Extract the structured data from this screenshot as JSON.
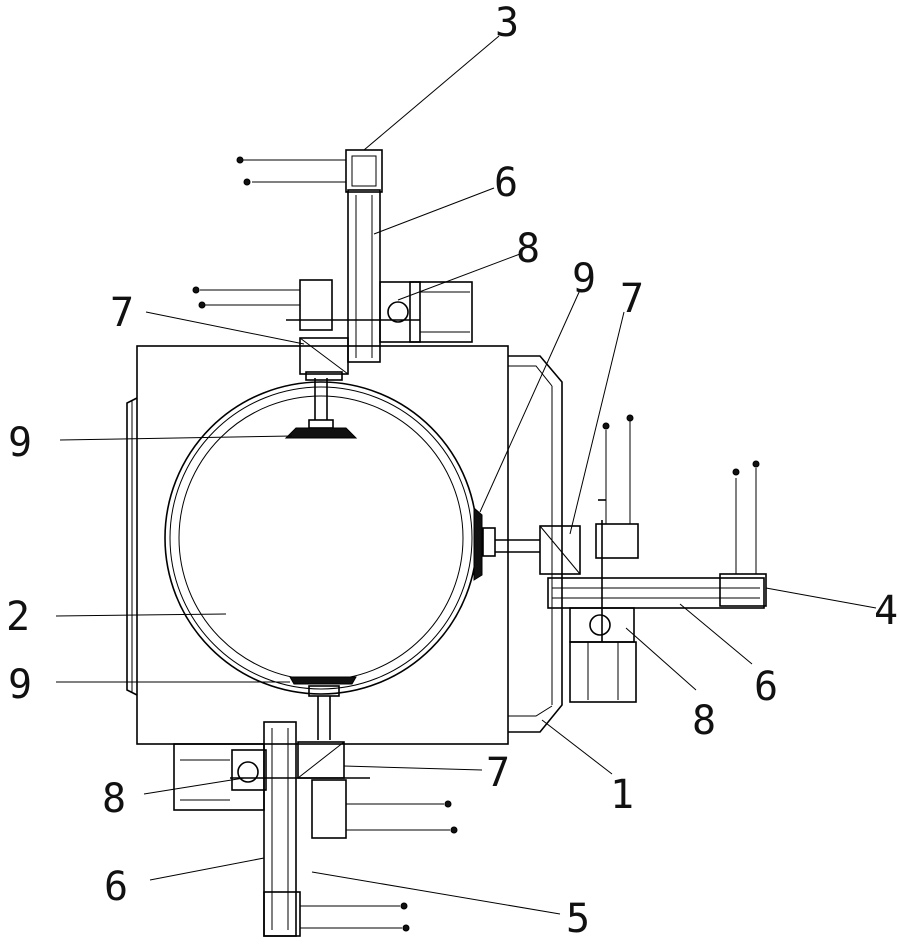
{
  "reference_numerals": {
    "frame": "1",
    "workpiece": "2",
    "top_manipulator": "3",
    "right_manipulator": "4",
    "bottom_manipulator": "5",
    "linear_module_top": "6",
    "linear_module_right": "6",
    "linear_module_bottom": "6",
    "rotary_joint_top": "7",
    "rotary_joint_right": "7",
    "rotary_joint_bottom": "7",
    "drive_motor_top": "8",
    "drive_motor_right": "8",
    "drive_motor_bottom": "8",
    "suction_cup_top": "9",
    "suction_cup_right": "9",
    "suction_cup_bottom": "9"
  }
}
